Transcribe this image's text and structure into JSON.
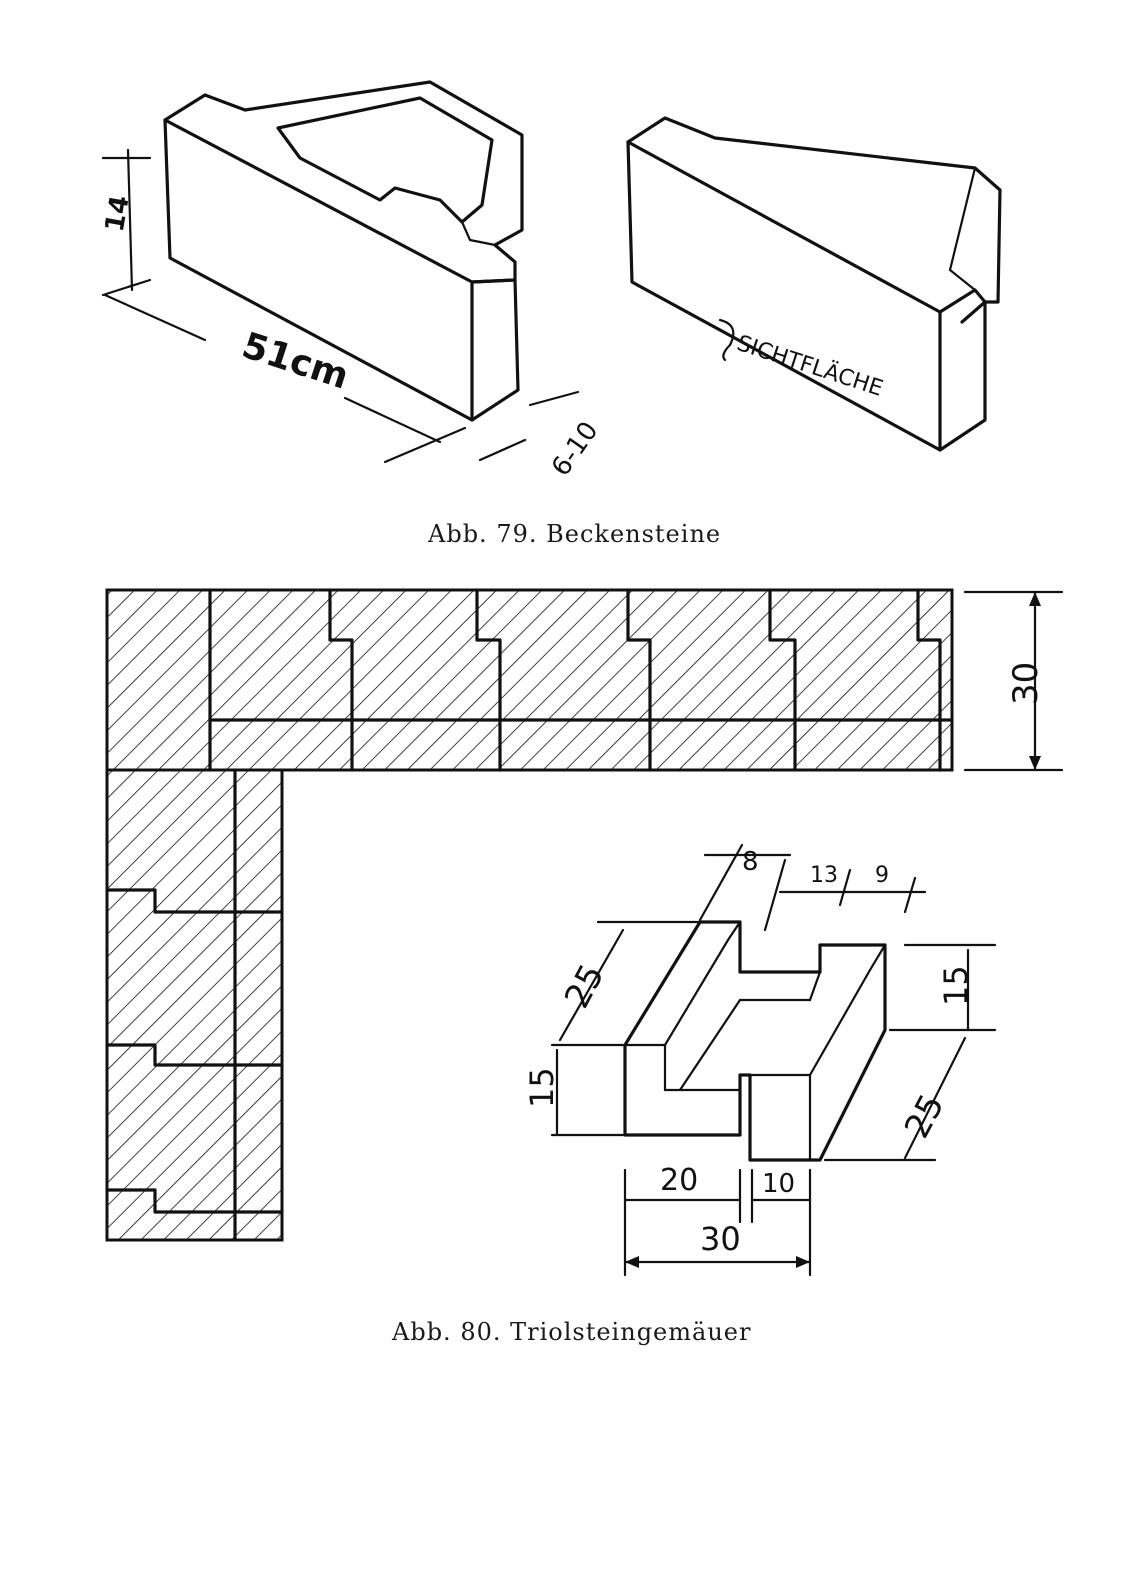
{
  "figure79": {
    "caption": "Abb. 79. Beckensteine",
    "label_height": "14",
    "label_length": "51cm",
    "label_width": "6-10",
    "label_face": "SICHTFLÄCHE"
  },
  "figure80": {
    "caption": "Abb. 80. Triolsteingemäuer",
    "wall_thickness": "30",
    "dims": {
      "d8": "8",
      "d13": "13",
      "d9": "9",
      "d25_left": "25",
      "d15_left": "15",
      "d15_right": "15",
      "d25_right": "25",
      "d20": "20",
      "d10": "10",
      "d30": "30"
    }
  }
}
